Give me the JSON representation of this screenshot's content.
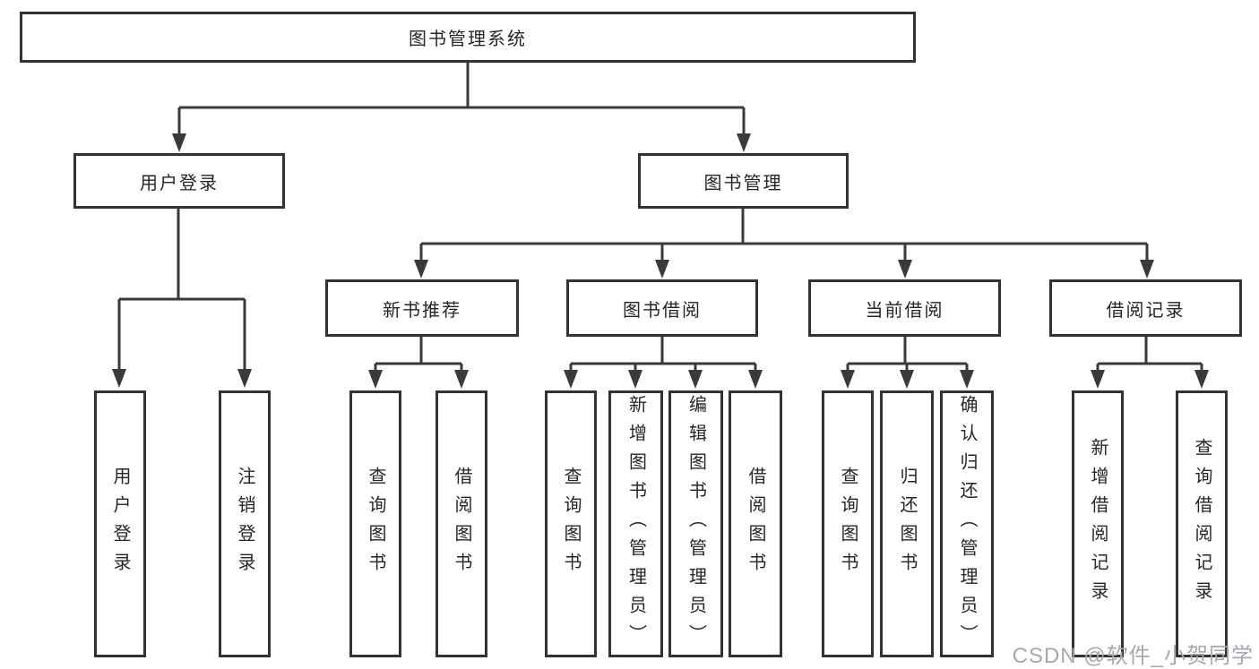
{
  "diagram": {
    "root": {
      "label": "图书管理系统"
    },
    "level2": [
      {
        "label": "用户登录",
        "children": [
          {
            "label": "用户登录"
          },
          {
            "label": "注销登录"
          }
        ]
      },
      {
        "label": "图书管理",
        "children": [
          {
            "label": "新书推荐",
            "children": [
              {
                "label": "查询图书"
              },
              {
                "label": "借阅图书"
              }
            ]
          },
          {
            "label": "图书借阅",
            "children": [
              {
                "label": "查询图书"
              },
              {
                "label": "新增图书（管理员）"
              },
              {
                "label": "编辑图书（管理员）"
              },
              {
                "label": "借阅图书"
              }
            ]
          },
          {
            "label": "当前借阅",
            "children": [
              {
                "label": "查询图书"
              },
              {
                "label": "归还图书"
              },
              {
                "label": "确认归还（管理员）"
              }
            ]
          },
          {
            "label": "借阅记录",
            "children": [
              {
                "label": "新增借阅记录"
              },
              {
                "label": "查询借阅记录"
              }
            ]
          }
        ]
      }
    ]
  },
  "watermark": {
    "text": "CSDN @软件_小贺同学"
  },
  "colors": {
    "line": "#3a3a3a",
    "box_border": "#333333",
    "text": "#262626",
    "watermark": "#a7a7af",
    "background": "#ffffff"
  }
}
